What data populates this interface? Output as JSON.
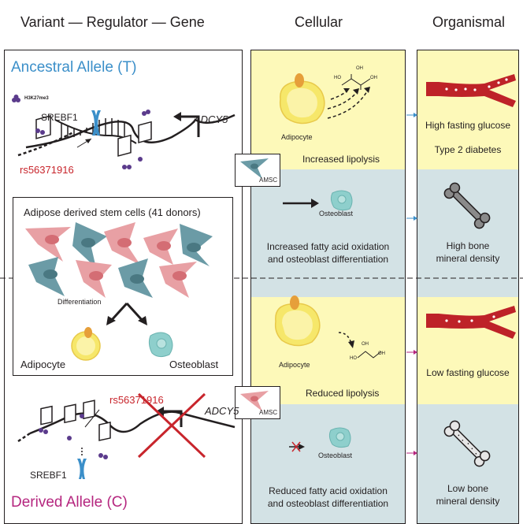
{
  "headers": {
    "left": "Variant — Regulator — Gene",
    "middle": "Cellular",
    "right": "Organismal"
  },
  "left": {
    "ancestral_title": "Ancestral Allele (T)",
    "h3k27me3": "H3K27me3",
    "srebf1_top": "SREBF1",
    "adcy5_top": "ADCY5",
    "rs_top": "rs56371916",
    "adsc_title": "Adipose derived stem cells (41 donors)",
    "differentiation": "Differentiation",
    "adipocyte": "Adipocyte",
    "osteoblast": "Osteoblast",
    "rs_bottom": "rs56371916",
    "adcy5_bottom": "ADCY5",
    "srebf1_bottom": "SREBF1",
    "derived_title": "Derived Allele (C)"
  },
  "amsc": {
    "top": "AMSC",
    "bottom": "AMSC"
  },
  "cellular": {
    "top_adipocyte": "Adipocyte",
    "increased_lipolysis": "Increased lipolysis",
    "top_osteoblast": "Osteoblast",
    "increased_fao_1": "Increased fatty acid oxidation",
    "increased_fao_2": "and osteoblast differentiation",
    "bottom_adipocyte": "Adipocyte",
    "reduced_lipolysis": "Reduced lipolysis",
    "bottom_osteoblast": "Osteoblast",
    "reduced_fao_1": "Reduced fatty acid oxidation",
    "reduced_fao_2": "and osteoblast differentiation",
    "glycerol_labels": [
      "HO",
      "OH",
      "OH"
    ]
  },
  "organismal": {
    "high_glucose": "High fasting glucose",
    "t2d": "Type 2 diabetes",
    "high_bmd_1": "High bone",
    "high_bmd_2": "mineral density",
    "low_glucose": "Low fasting glucose",
    "low_bmd_1": "Low bone",
    "low_bmd_2": "mineral density"
  },
  "colors": {
    "ancestral": "#3b8fc9",
    "derived": "#b5267f",
    "snp_red": "#c8252c",
    "yellow_panel": "#fdf9b9",
    "blue_panel": "#d3e2e5",
    "vessel": "#be2228",
    "adipocyte": "#f6e76a",
    "osteoblast": "#8ecfcc",
    "stem_pink": "#e8a0a4",
    "stem_teal": "#6b9ba6",
    "histone": "#5b3b8c"
  },
  "icons": [
    "histone-mark-icon",
    "dna-helix-icon",
    "nucleosome-icon",
    "transcription-factor-icon",
    "promoter-arrow-icon",
    "adipocyte-icon",
    "osteoblast-icon",
    "stem-cell-icon",
    "blood-vessel-icon",
    "bone-icon",
    "glycerol-molecule-icon",
    "inhibition-cross-icon"
  ]
}
